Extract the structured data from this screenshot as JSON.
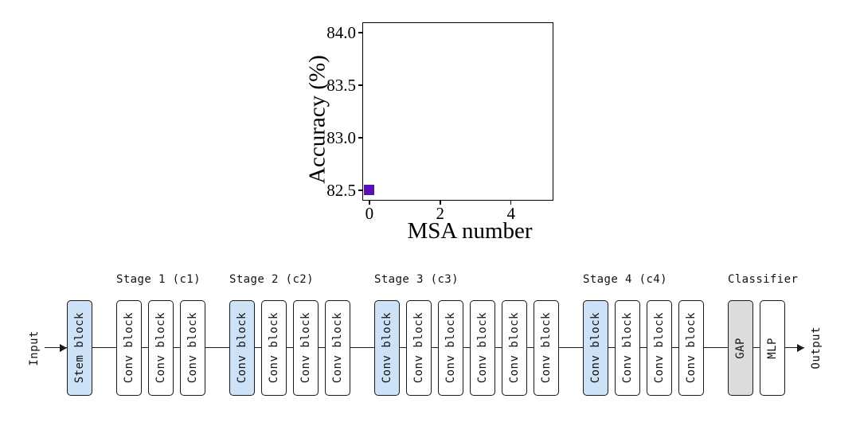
{
  "chart_data": {
    "type": "scatter",
    "title": "",
    "xlabel": "MSA number",
    "ylabel": "Accuracy (%)",
    "points": [
      {
        "x": 0,
        "y": 82.5
      }
    ],
    "xlim": [
      -0.2,
      5.2
    ],
    "ylim": [
      82.4,
      84.1
    ],
    "xticks": [
      0,
      2,
      4
    ],
    "yticks": [
      82.5,
      83.0,
      83.5,
      84.0
    ],
    "xtick_labels": [
      "0",
      "2",
      "4"
    ],
    "ytick_labels": [
      "82.5",
      "83.0",
      "83.5",
      "84.0"
    ],
    "marker": "square",
    "marker_color": "#5a10b4",
    "marker_size_px": 13,
    "grid": false,
    "legend": null
  },
  "diagram": {
    "input_label": "Input",
    "output_label": "Output",
    "colors": {
      "highlight": "#cde2f6",
      "gray": "#dcdcdc",
      "plain": "#ffffff",
      "line": "#1a1a1a"
    },
    "stages": [
      {
        "id": "stem",
        "label": "",
        "blocks": [
          {
            "label": "Stem block",
            "style": "highlight"
          }
        ]
      },
      {
        "id": "stage1",
        "label": "Stage 1 (c1)",
        "blocks": [
          {
            "label": "Conv block",
            "style": "plain"
          },
          {
            "label": "Conv block",
            "style": "plain"
          },
          {
            "label": "Conv block",
            "style": "plain"
          }
        ]
      },
      {
        "id": "stage2",
        "label": "Stage 2 (c2)",
        "blocks": [
          {
            "label": "Conv block",
            "style": "highlight"
          },
          {
            "label": "Conv block",
            "style": "plain"
          },
          {
            "label": "Conv block",
            "style": "plain"
          },
          {
            "label": "Conv block",
            "style": "plain"
          }
        ]
      },
      {
        "id": "stage3",
        "label": "Stage 3 (c3)",
        "blocks": [
          {
            "label": "Conv block",
            "style": "highlight"
          },
          {
            "label": "Conv block",
            "style": "plain"
          },
          {
            "label": "Conv block",
            "style": "plain"
          },
          {
            "label": "Conv block",
            "style": "plain"
          },
          {
            "label": "Conv block",
            "style": "plain"
          },
          {
            "label": "Conv block",
            "style": "plain"
          }
        ]
      },
      {
        "id": "stage4",
        "label": "Stage 4 (c4)",
        "blocks": [
          {
            "label": "Conv block",
            "style": "highlight"
          },
          {
            "label": "Conv block",
            "style": "plain"
          },
          {
            "label": "Conv block",
            "style": "plain"
          },
          {
            "label": "Conv block",
            "style": "plain"
          }
        ]
      },
      {
        "id": "classifier",
        "label": "Classifier",
        "blocks": [
          {
            "label": "GAP",
            "style": "gray"
          },
          {
            "label": "MLP",
            "style": "plain"
          }
        ]
      }
    ]
  }
}
